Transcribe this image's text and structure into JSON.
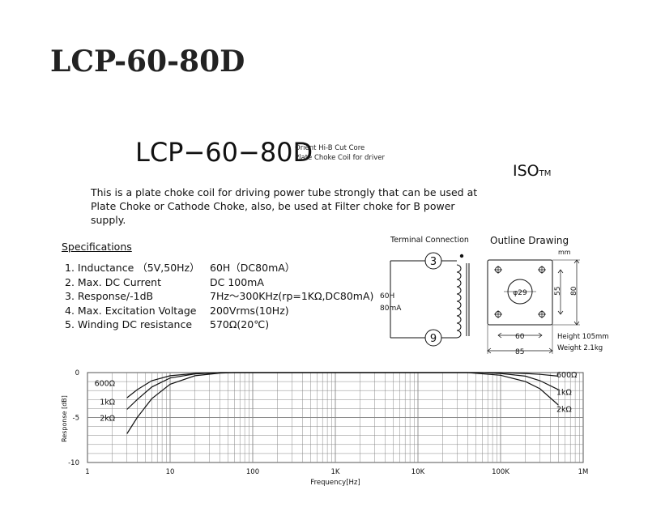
{
  "page": {
    "heading": "LCP-60-80D"
  },
  "sheet": {
    "title": "LCP−60−80D",
    "subtitle_line1": "Orient Hi-B Cut Core",
    "subtitle_line2": "Plate Choke Coil for driver",
    "iso": "ISO",
    "iso_tm": "TM",
    "description": "This is a plate choke coil for driving power tube strongly that can be used at Plate Choke or Cathode Choke, also, be used at Filter choke for B power supply."
  },
  "specifications": {
    "heading": "Specifications",
    "items": [
      {
        "label": "1. Inductance （5V,50Hz）",
        "value": "60H（DC80mA）"
      },
      {
        "label": "2. Max. DC Current",
        "value": "DC  100mA"
      },
      {
        "label": "3. Response/-1dB",
        "value": "7Hz～300KHz(rp=1KΩ,DC80mA)"
      },
      {
        "label": "4. Max. Excitation Voltage",
        "value": "200Vrms(10Hz)"
      },
      {
        "label": "5. Winding DC resistance",
        "value": "570Ω(20℃)"
      }
    ]
  },
  "terminal": {
    "title": "Terminal Connection",
    "pin_top": "3",
    "pin_bottom": "9",
    "inductance": "60H",
    "current": "80mA"
  },
  "outline": {
    "title": "Outline Drawing",
    "unit": "mm",
    "hole": "φ29",
    "dim_inner_v": "55",
    "dim_outer_v": "80",
    "dim_inner_h": "60",
    "dim_outer_h": "85",
    "height": "Height 105mm",
    "weight": "Weight 2.1kg"
  },
  "chart_data": {
    "type": "line",
    "title": "",
    "xlabel": "Frequency[Hz]",
    "ylabel": "Response [dB]",
    "x_scale": "log",
    "xlim": [
      1,
      1000000
    ],
    "ylim": [
      -10,
      0
    ],
    "x_ticks": [
      {
        "value": 1,
        "label": "1"
      },
      {
        "value": 10,
        "label": "10"
      },
      {
        "value": 100,
        "label": "100"
      },
      {
        "value": 1000,
        "label": "1K"
      },
      {
        "value": 10000,
        "label": "10K"
      },
      {
        "value": 100000,
        "label": "100K"
      },
      {
        "value": 1000000,
        "label": "1M"
      }
    ],
    "y_ticks": [
      {
        "value": 0,
        "label": "0"
      },
      {
        "value": -5,
        "label": "-5"
      },
      {
        "value": -10,
        "label": "-10"
      }
    ],
    "grid": true,
    "series": [
      {
        "name": "600Ω",
        "left_label": "600Ω",
        "right_label": "600Ω",
        "points": [
          [
            3,
            -2.8
          ],
          [
            4,
            -1.9
          ],
          [
            6,
            -0.9
          ],
          [
            10,
            -0.35
          ],
          [
            20,
            -0.1
          ],
          [
            40,
            0
          ],
          [
            100000,
            0
          ],
          [
            200000,
            -0.1
          ],
          [
            300000,
            -0.2
          ],
          [
            500000,
            -0.4
          ]
        ]
      },
      {
        "name": "1kΩ",
        "left_label": "1kΩ",
        "right_label": "1kΩ",
        "points": [
          [
            3,
            -4.1
          ],
          [
            4,
            -3.0
          ],
          [
            6,
            -1.6
          ],
          [
            10,
            -0.6
          ],
          [
            20,
            -0.15
          ],
          [
            40,
            0
          ],
          [
            60000,
            0
          ],
          [
            100000,
            -0.1
          ],
          [
            200000,
            -0.4
          ],
          [
            300000,
            -0.9
          ],
          [
            500000,
            -1.9
          ]
        ]
      },
      {
        "name": "2kΩ",
        "left_label": "2kΩ",
        "right_label": "2kΩ",
        "points": [
          [
            3,
            -6.8
          ],
          [
            4,
            -5.0
          ],
          [
            6,
            -2.9
          ],
          [
            10,
            -1.3
          ],
          [
            20,
            -0.35
          ],
          [
            40,
            -0.05
          ],
          [
            60,
            0
          ],
          [
            40000,
            0
          ],
          [
            100000,
            -0.3
          ],
          [
            200000,
            -1.0
          ],
          [
            300000,
            -1.8
          ],
          [
            500000,
            -3.6
          ]
        ]
      }
    ],
    "colors": {
      "line": "#111111",
      "grid": "#888888"
    }
  }
}
